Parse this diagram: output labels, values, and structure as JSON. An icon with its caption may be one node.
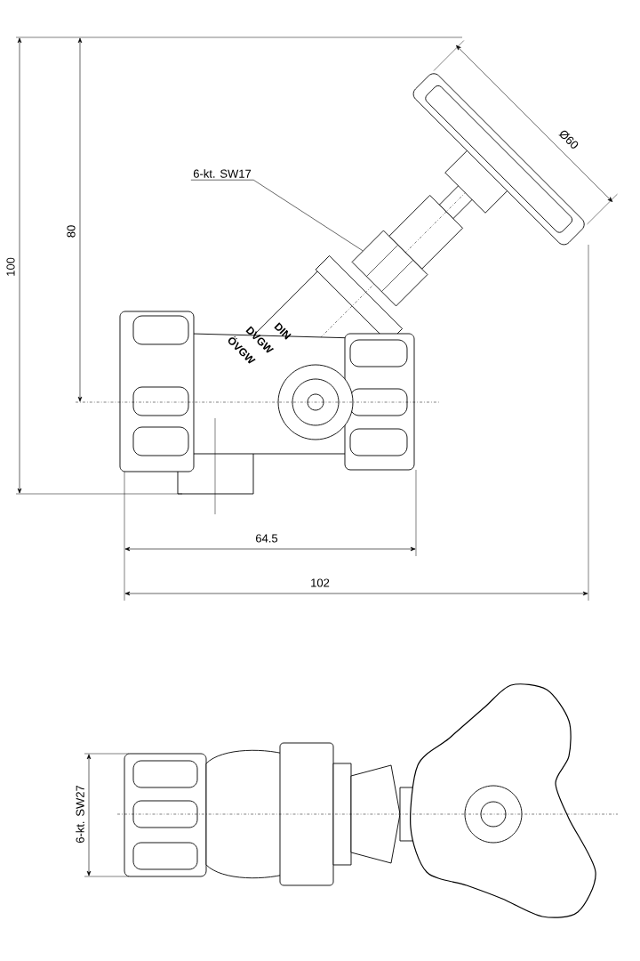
{
  "diagram": {
    "nodes": [
      {
        "text": [
          "6-kt. SW17"
        ]
      },
      {
        "text": [],
        "shape": "picture"
      }
    ],
    "edges": [
      {
        "from": 0,
        "to": 1,
        "arrow": "none"
      }
    ],
    "labels": [
      "Ø60",
      "100",
      "80",
      "DIN",
      "DVGW",
      "ÖVGW",
      "64.5",
      "102",
      "6-kt. SW27"
    ]
  }
}
